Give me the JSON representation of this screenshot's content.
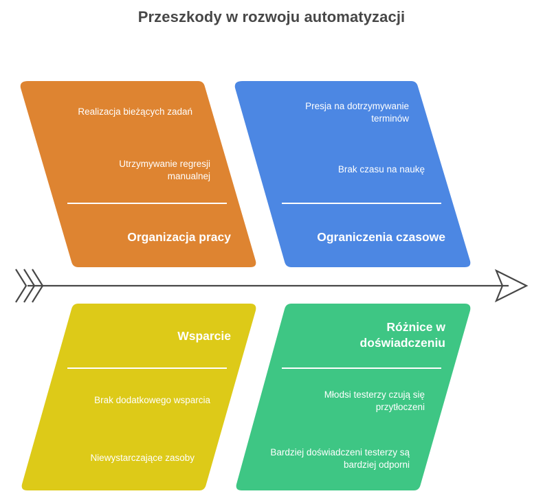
{
  "title": "Przeszkody w rozwoju automatyzacji",
  "colors": {
    "organizacja": "#DE8431",
    "czasowe": "#4C87E3",
    "wsparcie": "#DDCA18",
    "doswiadczenie": "#3EC684",
    "spine": "#474747",
    "text": "#FFFFFF"
  },
  "categories": [
    {
      "id": "organizacja",
      "label": "Organizacja pracy",
      "items": [
        "Realizacja bieżących zadań",
        "Utrzymywanie regresji manualnej"
      ]
    },
    {
      "id": "czasowe",
      "label": "Ograniczenia czasowe",
      "items": [
        "Presja na dotrzymywanie terminów",
        "Brak czasu na naukę"
      ]
    },
    {
      "id": "wsparcie",
      "label": "Wsparcie",
      "items": [
        "Brak dodatkowego wsparcia",
        "Niewystarczające zasoby"
      ]
    },
    {
      "id": "doswiadczenie",
      "label": "Różnice w doświadczeniu",
      "items": [
        "Młodsi testerzy czują się przytłoczeni",
        "Bardziej doświadczeni testerzy są bardziej odporni"
      ]
    }
  ]
}
